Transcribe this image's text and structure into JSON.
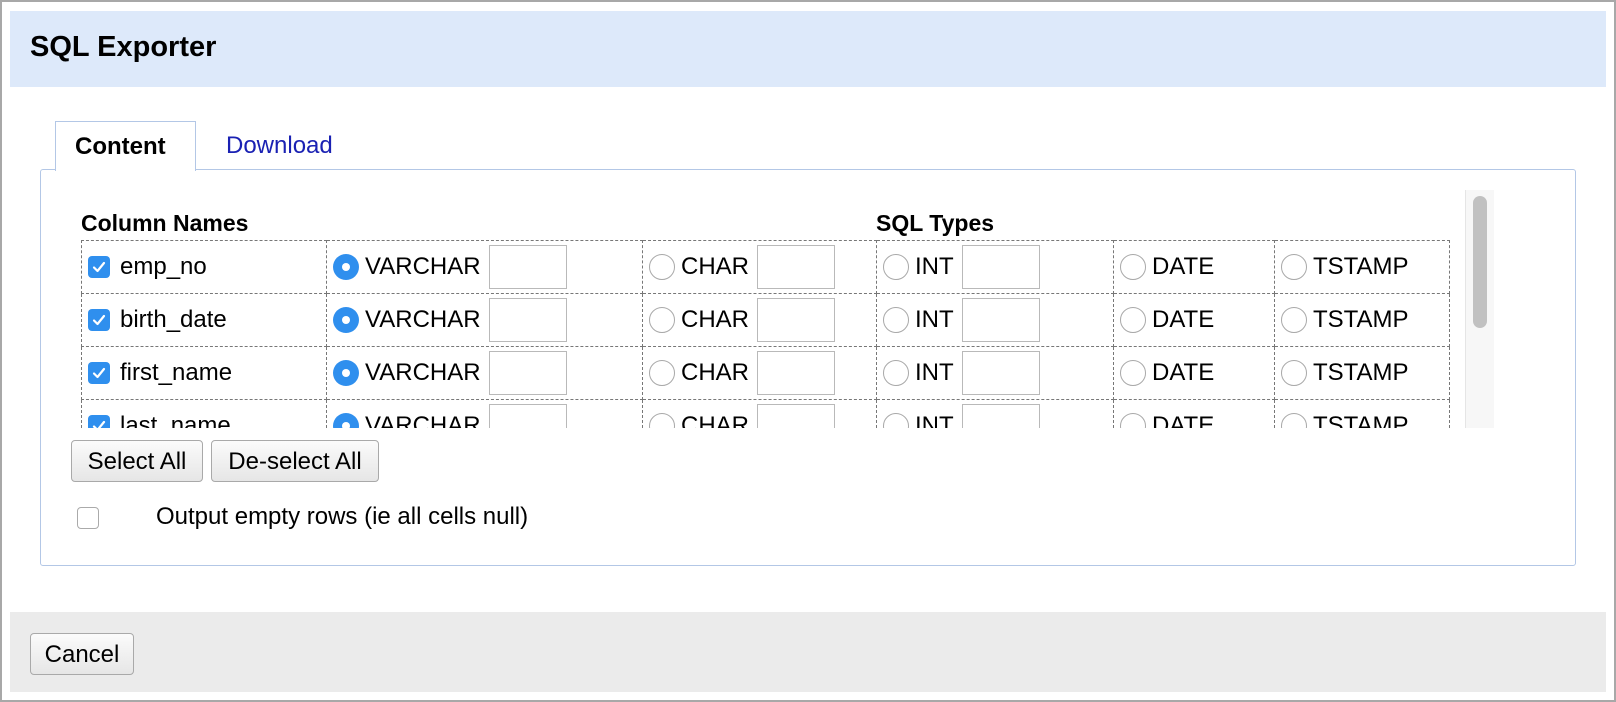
{
  "dialog": {
    "title": "SQL Exporter"
  },
  "tabs": [
    {
      "label": "Content",
      "active": true
    },
    {
      "label": "Download",
      "active": false
    }
  ],
  "content": {
    "headers": {
      "column_names": "Column Names",
      "sql_types": "SQL Types"
    },
    "rows": [
      {
        "name": "emp_no",
        "checked": true,
        "selected_type": "VARCHAR"
      },
      {
        "name": "birth_date",
        "checked": true,
        "selected_type": "VARCHAR"
      },
      {
        "name": "first_name",
        "checked": true,
        "selected_type": "VARCHAR"
      },
      {
        "name": "last_name",
        "checked": true,
        "selected_type": "VARCHAR"
      }
    ],
    "types": [
      "VARCHAR",
      "CHAR",
      "INT",
      "DATE",
      "TSTAMP"
    ],
    "select_all_label": "Select All",
    "deselect_all_label": "De-select All",
    "output_empty_rows_label": "Output empty rows (ie all cells null)",
    "output_empty_rows_checked": false
  },
  "footer": {
    "cancel_label": "Cancel"
  },
  "colors": {
    "titlebar_bg": "#dde9fa",
    "accent": "#2f8fee",
    "tab_link": "#1a21b3",
    "panel_border": "#b3c7e6"
  }
}
